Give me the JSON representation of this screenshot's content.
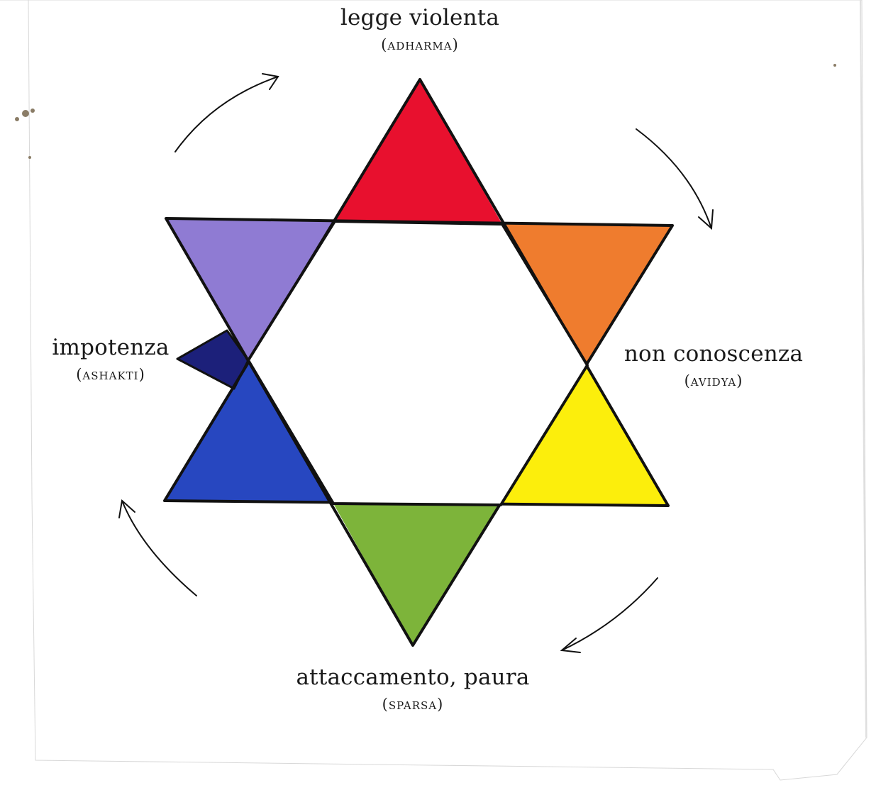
{
  "diagram": {
    "labels": {
      "top": {
        "main": "legge violenta",
        "sub": "(adharma)"
      },
      "right": {
        "main": "non conoscenza",
        "sub": "(avidya)"
      },
      "left": {
        "main": "impotenza",
        "sub": "(ashakti)"
      },
      "bottom": {
        "main": "attaccamento, paura",
        "sub": "(sparsa)"
      }
    },
    "colors": {
      "top": "#e8102e",
      "upper_right": "#ef7c2e",
      "lower_right": "#fcee0c",
      "bottom": "#7db43a",
      "lower_left": "#2747c0",
      "upper_left": "#8f7bd3",
      "notch": "#1c207a",
      "outline": "#111111",
      "paper": "#ffffff"
    }
  }
}
